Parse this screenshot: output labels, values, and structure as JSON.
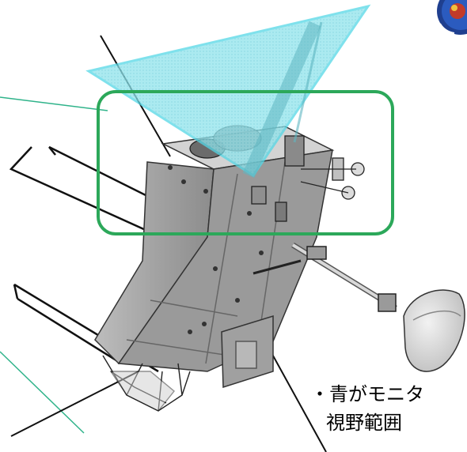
{
  "diagram": {
    "caption_line1": "・青がモニタ",
    "caption_line2": "視野範囲"
  },
  "colors": {
    "fov_fill": "#7fe0ea",
    "fov_edge": "#55d8e6",
    "highlight_box": "#2ca85a",
    "leader_line": "#2fb38a",
    "body_shade": "#a9a9a9",
    "logo_blue": "#1f3f8f"
  },
  "icons": {
    "logo": "mission-emblem-icon",
    "satellite": "satellite-drawing"
  }
}
